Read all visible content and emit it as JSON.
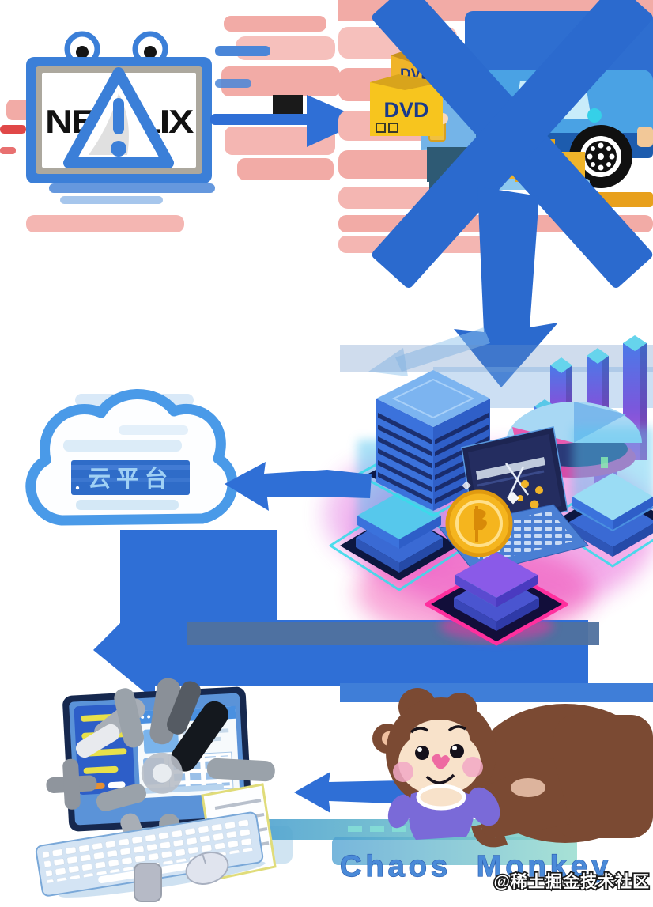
{
  "sign": {
    "brand": "NETFLIX"
  },
  "delivery": {
    "box_label": "DVD"
  },
  "cloud": {
    "label": "云平台"
  },
  "chaos": {
    "label": "Chaos Monkey"
  },
  "watermark": {
    "text": "@稀土掘金技术社区"
  },
  "colors": {
    "accent_blue": "#2f6fd6",
    "x_blue": "#2b6ace",
    "van_blue": "#4aa2e4",
    "salmon": "#f2aba6",
    "box_yellow": "#f7c51e",
    "label_navy": "#1a3a8c",
    "magenta": "#ff2f9e",
    "teal": "#38dcea",
    "gold": "#f5b51e",
    "monkey_brown": "#7b4a33",
    "shirt_purple": "#7a6ad8",
    "text_blue": "#4a8ad8",
    "cloud_blue": "#4a9ae8",
    "sign_blue": "#3b7fd8"
  }
}
